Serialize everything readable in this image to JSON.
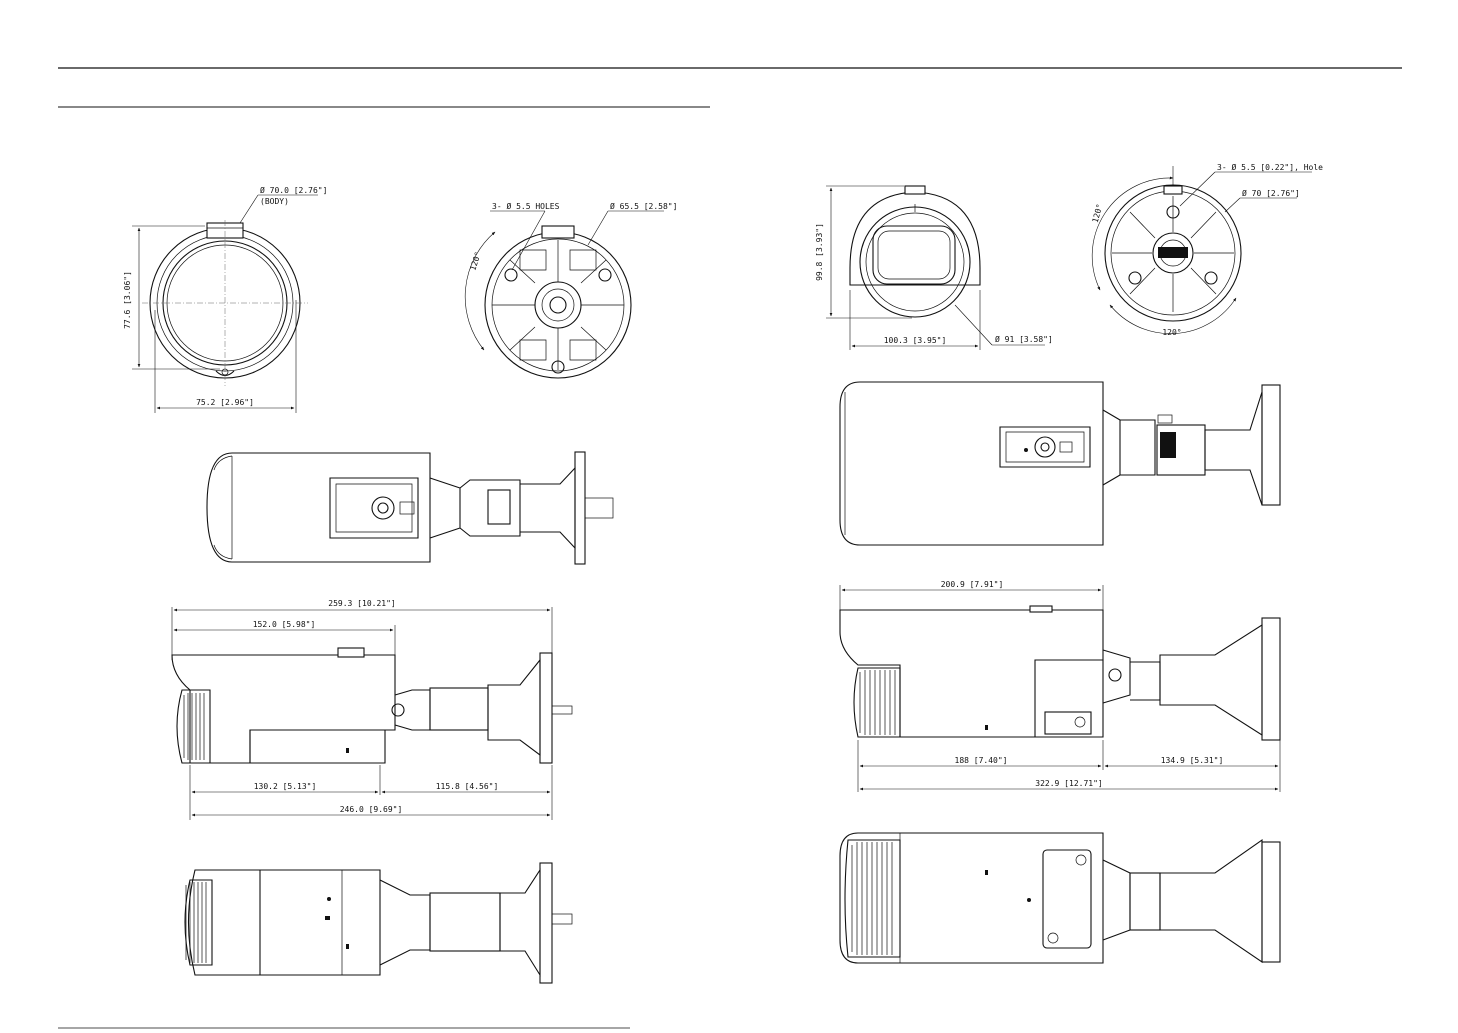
{
  "left": {
    "front": {
      "diameter": "Ø 70.0 [2.76\"]",
      "body": "(BODY)",
      "height": "77.6 [3.06\"]",
      "width": "75.2 [2.96\"]"
    },
    "back": {
      "holes": "3- Ø 5.5 HOLES",
      "diameter": "Ø 65.5 [2.58\"]",
      "angle": "120°"
    },
    "side": {
      "overall": "259.3 [10.21\"]",
      "hood": "152.0 [5.98\"]",
      "body": "130.2 [5.13\"]",
      "mount": "115.8 [4.56\"]",
      "total": "246.0 [9.69\"]"
    }
  },
  "right": {
    "front": {
      "height": "99.8 [3.93\"]",
      "width": "100.3 [3.95\"]",
      "diameter": "Ø 91 [3.58\"]"
    },
    "back": {
      "holes": "3- Ø 5.5 [0.22\"], Hole",
      "diameter": "Ø 70 [2.76\"]",
      "angle_top": "120°",
      "angle_bottom": "120°"
    },
    "side": {
      "hood": "200.9 [7.91\"]",
      "body": "188 [7.40\"]",
      "mount": "134.9 [5.31\"]",
      "total": "322.9 [12.71\"]"
    }
  }
}
